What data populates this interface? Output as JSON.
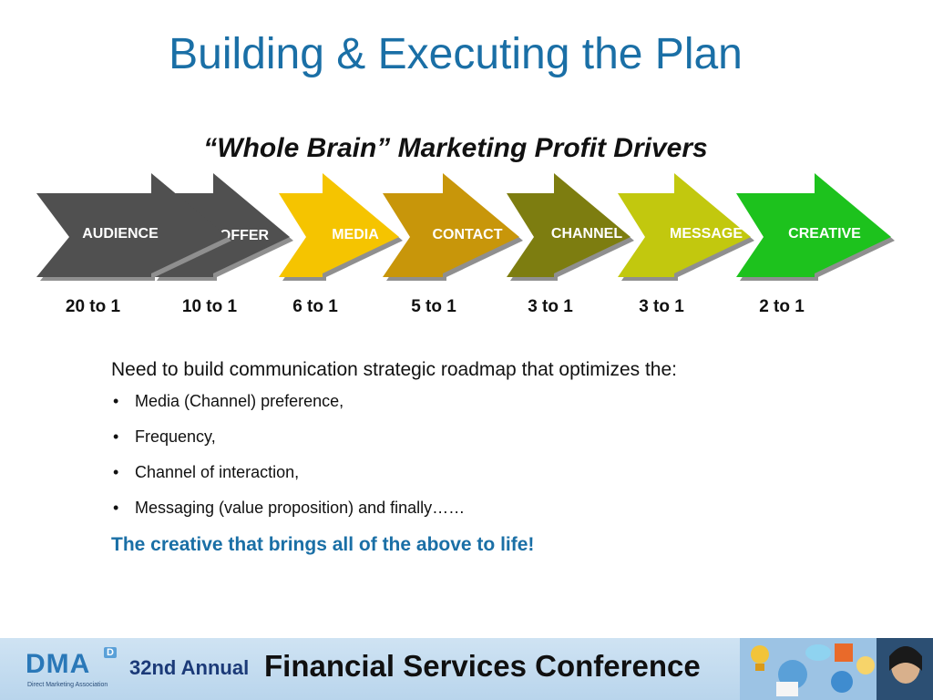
{
  "title": "Building & Executing the Plan",
  "subtitle": "“Whole Brain” Marketing Profit Drivers",
  "arrows": [
    {
      "label": "AUDIENCE",
      "ratio": "20 to 1",
      "color": "#505050"
    },
    {
      "label": "OFFER",
      "ratio": "10 to 1",
      "color": "#505050"
    },
    {
      "label": "MEDIA",
      "ratio": "6 to 1",
      "color": "#f5c400"
    },
    {
      "label": "CONTACT",
      "ratio": "5 to 1",
      "color": "#c8960a"
    },
    {
      "label": "CHANNEL",
      "ratio": "3 to 1",
      "color": "#7d7d10"
    },
    {
      "label": "MESSAGE",
      "ratio": "3 to 1",
      "color": "#c2c80e"
    },
    {
      "label": "CREATIVE",
      "ratio": "2 to 1",
      "color": "#1dc21d"
    }
  ],
  "body": {
    "lead": "Need to build communication strategic roadmap that optimizes the:",
    "bullet_char": "•",
    "bullets": [
      "Media (Channel) preference,",
      "Frequency,",
      "Channel of interaction,",
      "Messaging (value proposition) and finally……"
    ],
    "closing": "The creative that brings all of the above to life!"
  },
  "footer": {
    "logo_text": "DMA",
    "logo_sup": "D",
    "logo_sub": "Direct Marketing Association",
    "annual": "32nd Annual",
    "conference_name": "Financial Services Conference"
  }
}
